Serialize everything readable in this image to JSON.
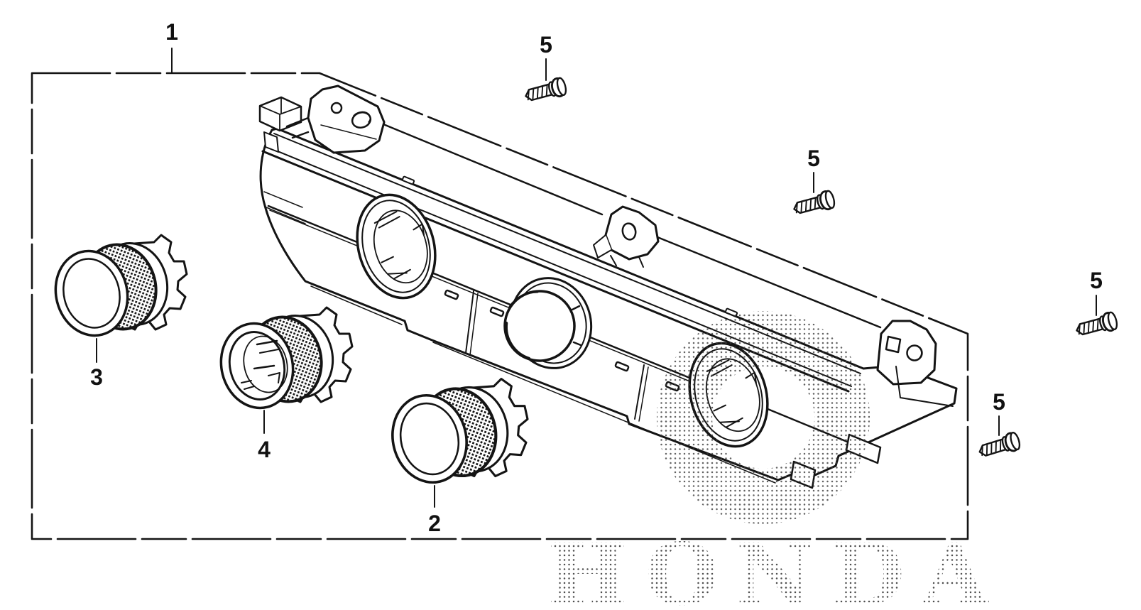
{
  "diagram": {
    "type": "exploded-parts-diagram",
    "background_color": "#ffffff",
    "line_color": "#141414",
    "watermark": {
      "text": "HONDA"
    },
    "callouts": {
      "assembly": {
        "label": "1"
      },
      "knob_front_lower": {
        "label": "2"
      },
      "knob_left": {
        "label": "3"
      },
      "knob_middle": {
        "label": "4"
      },
      "screw_top": {
        "label": "5"
      },
      "screw_upper_right": {
        "label": "5"
      },
      "screw_far_right": {
        "label": "5"
      },
      "screw_lower_right": {
        "label": "5"
      }
    }
  }
}
